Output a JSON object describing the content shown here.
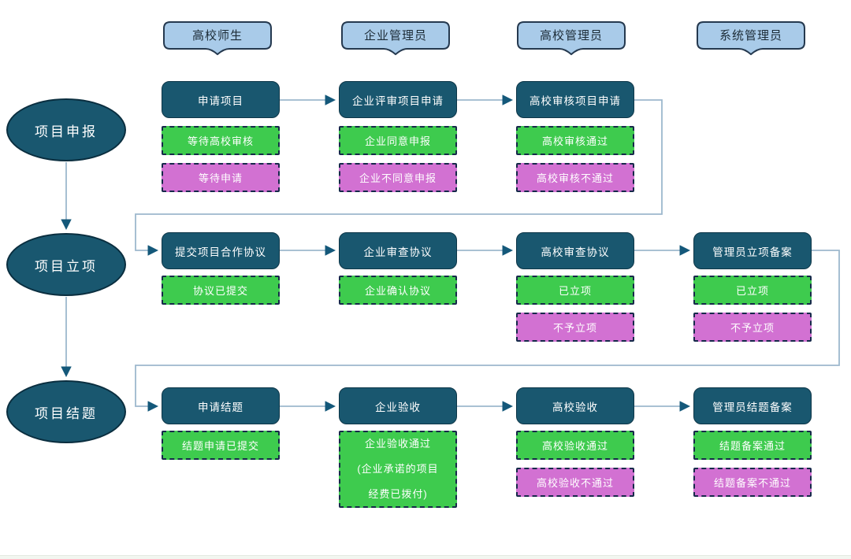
{
  "headers": [
    {
      "label": "高校师生"
    },
    {
      "label": "企业管理员"
    },
    {
      "label": "高校管理员"
    },
    {
      "label": "系统管理员"
    }
  ],
  "phases": [
    {
      "label": "项目申报"
    },
    {
      "label": "项目立项"
    },
    {
      "label": "项目结题"
    }
  ],
  "rows": [
    {
      "cells": [
        {
          "process": "申请项目",
          "statuses": [
            {
              "label": "等待高校审核",
              "type": "green"
            },
            {
              "label": "等待申请",
              "type": "magenta"
            }
          ]
        },
        {
          "process": "企业评审项目申请",
          "statuses": [
            {
              "label": "企业同意申报",
              "type": "green"
            },
            {
              "label": "企业不同意申报",
              "type": "magenta"
            }
          ]
        },
        {
          "process": "高校审核项目申请",
          "statuses": [
            {
              "label": "高校审核通过",
              "type": "green"
            },
            {
              "label": "高校审核不通过",
              "type": "magenta"
            }
          ]
        }
      ]
    },
    {
      "cells": [
        {
          "process": "提交项目合作协议",
          "statuses": [
            {
              "label": "协议已提交",
              "type": "green"
            }
          ]
        },
        {
          "process": "企业审查协议",
          "statuses": [
            {
              "label": "企业确认协议",
              "type": "green"
            }
          ]
        },
        {
          "process": "高校审查协议",
          "statuses": [
            {
              "label": "已立项",
              "type": "green"
            },
            {
              "label": "不予立项",
              "type": "magenta"
            }
          ]
        },
        {
          "process": "管理员立项备案",
          "statuses": [
            {
              "label": "已立项",
              "type": "green"
            },
            {
              "label": "不予立项",
              "type": "magenta"
            }
          ]
        }
      ]
    },
    {
      "cells": [
        {
          "process": "申请结题",
          "statuses": [
            {
              "label": "结题申请已提交",
              "type": "green"
            }
          ]
        },
        {
          "process": "企业验收",
          "statuses": [
            {
              "label": "企业验收通过\n(企业承诺的项目\n经费已拨付)",
              "type": "green"
            }
          ]
        },
        {
          "process": "高校验收",
          "statuses": [
            {
              "label": "高校验收通过",
              "type": "green"
            },
            {
              "label": "高校验收不通过",
              "type": "magenta"
            }
          ]
        },
        {
          "process": "管理员结题备案",
          "statuses": [
            {
              "label": "结题备案通过",
              "type": "green"
            },
            {
              "label": "结题备案不通过",
              "type": "magenta"
            }
          ]
        }
      ]
    }
  ],
  "colors": {
    "process-fill": "#19576f",
    "process-border": "#0d3648",
    "green": "#3ecb4e",
    "magenta": "#d271d2",
    "status-border": "#16294a",
    "header-fill": "#a9cbe9",
    "header-border": "#25394f",
    "line": "#9db8cd",
    "arrow": "#14587a",
    "text-light": "#ffffff",
    "text-dark": "#1c2b36"
  }
}
